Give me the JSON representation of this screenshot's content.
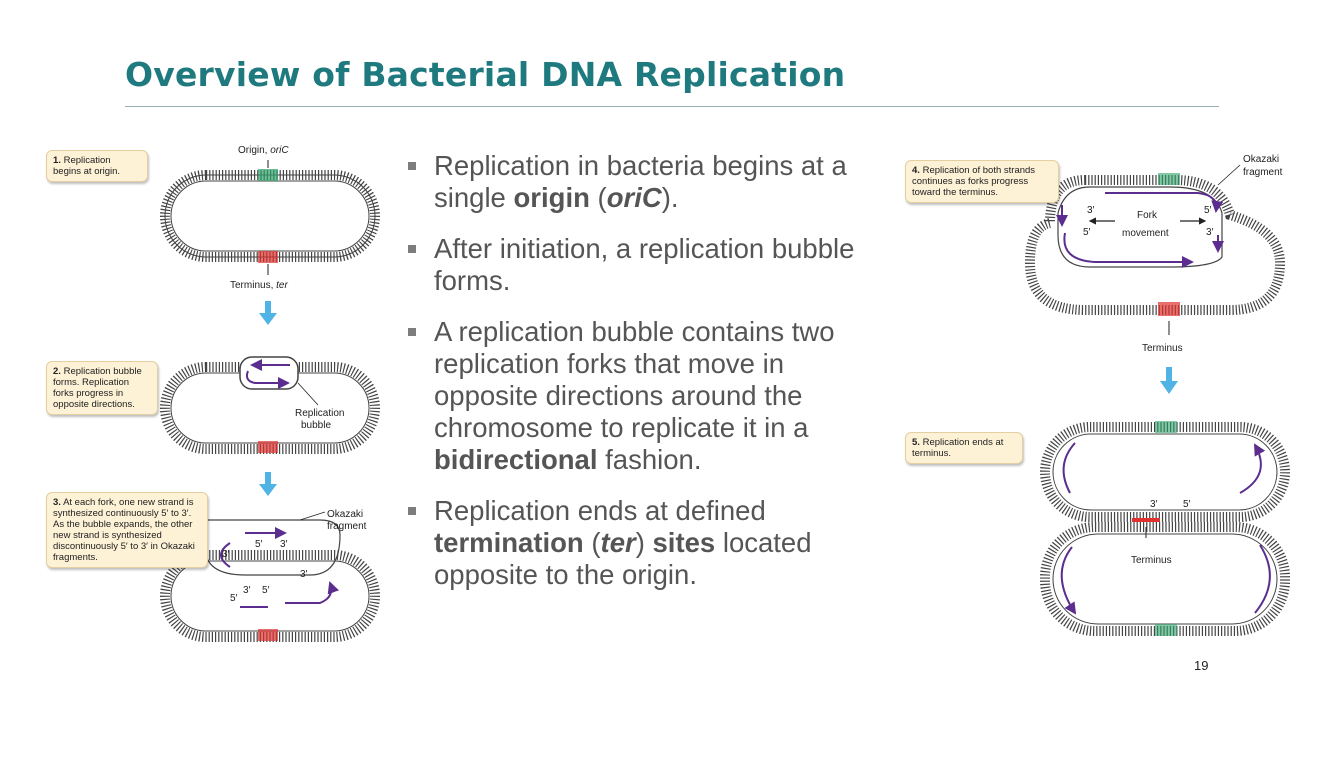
{
  "slide": {
    "title": "Overview of Bacterial DNA Replication",
    "page_number": "19"
  },
  "bullets": [
    {
      "parts": [
        "Replication in bacteria begins at a single ",
        "origin",
        " (",
        "oriC",
        ")."
      ]
    },
    {
      "parts": [
        "After initiation, a replication bubble forms."
      ]
    },
    {
      "parts": [
        "A replication bubble contains two replication forks that move in opposite directions around the chromosome to replicate it in a ",
        "bidirectional",
        " fashion."
      ]
    },
    {
      "parts": [
        "Replication ends at defined ",
        "termination",
        " (",
        "ter",
        ") ",
        "sites",
        " located opposite to the origin."
      ]
    }
  ],
  "figure_left": {
    "step1": {
      "num": "1.",
      "text": "Replication begins at origin.",
      "origin_label": "Origin, ",
      "origin_italic": "oriC",
      "terminus_label": "Terminus, ",
      "terminus_italic": "ter"
    },
    "step2": {
      "num": "2.",
      "text": "Replication bubble forms. Replication forks progress in opposite directions.",
      "bubble_label_1": "Replication",
      "bubble_label_2": "bubble"
    },
    "step3": {
      "num": "3.",
      "text": "At each fork, one new strand is synthesized continuously 5′ to 3′. As the bubble expands, the other new strand is synthesized discontinuously 5′ to 3′ in Okazaki fragments.",
      "okazaki_1": "Okazaki",
      "okazaki_2": "fragment",
      "p5": "5′",
      "p3": "3′"
    }
  },
  "figure_right": {
    "step4": {
      "num": "4.",
      "text": "Replication of both strands continues as forks progress toward the terminus.",
      "okazaki_1": "Okazaki",
      "okazaki_2": "fragment",
      "fork_1": "Fork",
      "fork_2": "movement",
      "terminus": "Terminus",
      "p5": "5′",
      "p3": "3′"
    },
    "step5": {
      "num": "5.",
      "text": "Replication ends at terminus.",
      "terminus": "Terminus",
      "p5": "5′",
      "p3": "3′"
    }
  },
  "colors": {
    "title": "#1f7a7f",
    "origin_mark": "#2fa36b",
    "terminus_mark": "#e0322f",
    "new_strand": "#5b2d8e",
    "arrow": "#4fb3e6"
  }
}
